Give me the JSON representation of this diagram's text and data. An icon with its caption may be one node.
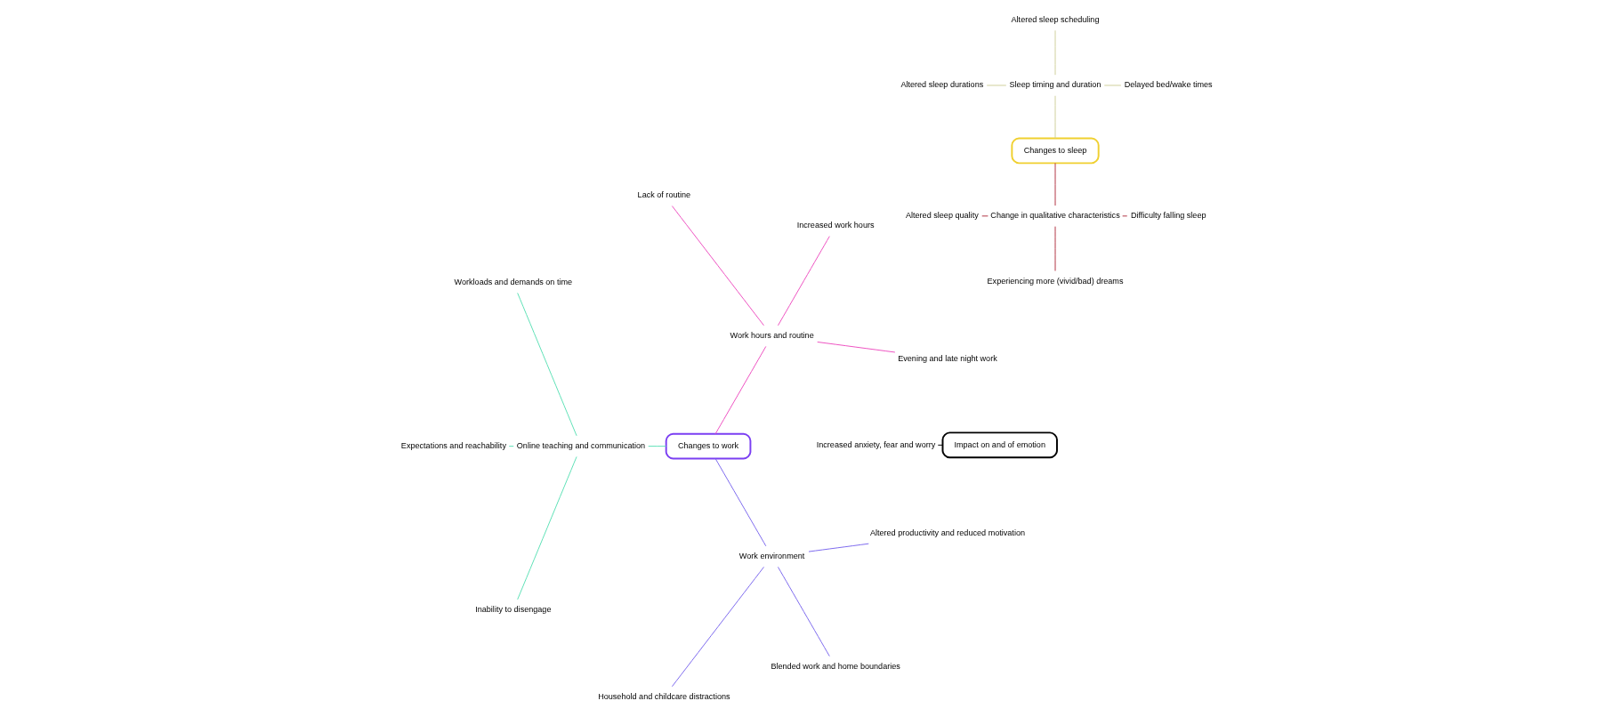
{
  "diagram": {
    "nodes": [
      {
        "text": [
          "Changes to work"
        ]
      },
      {
        "text": [
          "Work hours and routine"
        ]
      },
      {
        "text": [
          "Evening and late night work"
        ]
      },
      {
        "text": [
          "Increased work hours"
        ]
      },
      {
        "text": [
          "Lack of routine"
        ]
      },
      {
        "text": [
          "Online teaching and communication"
        ]
      },
      {
        "text": [
          "Workloads and demands on time"
        ]
      },
      {
        "text": [
          "Expectations and reachability"
        ]
      },
      {
        "text": [
          "Inability to disengage"
        ]
      },
      {
        "text": [
          "Work environment"
        ]
      },
      {
        "text": [
          "Household and childcare distractions"
        ]
      },
      {
        "text": [
          "Blended work and home boundaries"
        ]
      },
      {
        "text": [
          "Altered productivity and reduced motivation"
        ]
      },
      {
        "text": [
          "Impact on and of emotion"
        ]
      },
      {
        "text": [
          "Increased anxiety, fear and worry"
        ]
      },
      {
        "text": [
          "Changes to sleep"
        ]
      },
      {
        "text": [
          "Sleep timing and duration"
        ]
      },
      {
        "text": [
          "Delayed bed/wake times"
        ]
      },
      {
        "text": [
          "Altered sleep scheduling"
        ]
      },
      {
        "text": [
          "Altered sleep durations"
        ]
      },
      {
        "text": [
          "Change in qualitative characteristics"
        ]
      },
      {
        "text": [
          "Altered sleep quality"
        ]
      },
      {
        "text": [
          "Experiencing more (vivid/bad) dreams"
        ]
      },
      {
        "text": [
          "Difficulty falling sleep"
        ]
      }
    ],
    "edges": [
      {
        "from": 0,
        "to": 1,
        "arrow": "none",
        "color": "#ee4fc0"
      },
      {
        "from": 1,
        "to": 2,
        "arrow": "none",
        "color": "#ee4fc0"
      },
      {
        "from": 1,
        "to": 3,
        "arrow": "none",
        "color": "#ee4fc0"
      },
      {
        "from": 1,
        "to": 4,
        "arrow": "none",
        "color": "#ee4fc0"
      },
      {
        "from": 0,
        "to": 5,
        "arrow": "none",
        "color": "#5ce0b5"
      },
      {
        "from": 5,
        "to": 6,
        "arrow": "none",
        "color": "#5ce0b5"
      },
      {
        "from": 5,
        "to": 7,
        "arrow": "none",
        "color": "#5ce0b5"
      },
      {
        "from": 5,
        "to": 8,
        "arrow": "none",
        "color": "#5ce0b5"
      },
      {
        "from": 0,
        "to": 9,
        "arrow": "none",
        "color": "#7b68ee"
      },
      {
        "from": 9,
        "to": 10,
        "arrow": "none",
        "color": "#7b68ee"
      },
      {
        "from": 9,
        "to": 11,
        "arrow": "none",
        "color": "#7b68ee"
      },
      {
        "from": 9,
        "to": 12,
        "arrow": "none",
        "color": "#7b68ee"
      },
      {
        "from": 13,
        "to": 14,
        "arrow": "none",
        "color": "#000000"
      },
      {
        "from": 15,
        "to": 16,
        "arrow": "none",
        "color": "#cfcf9a"
      },
      {
        "from": 16,
        "to": 17,
        "arrow": "none",
        "color": "#cfcf9a"
      },
      {
        "from": 16,
        "to": 18,
        "arrow": "none",
        "color": "#cfcf9a"
      },
      {
        "from": 16,
        "to": 19,
        "arrow": "none",
        "color": "#cfcf9a"
      },
      {
        "from": 15,
        "to": 20,
        "arrow": "none",
        "color": "#b03040"
      },
      {
        "from": 20,
        "to": 21,
        "arrow": "none",
        "color": "#b03040"
      },
      {
        "from": 20,
        "to": 22,
        "arrow": "none",
        "color": "#b03040"
      },
      {
        "from": 20,
        "to": 23,
        "arrow": "none",
        "color": "#b03040"
      }
    ]
  }
}
